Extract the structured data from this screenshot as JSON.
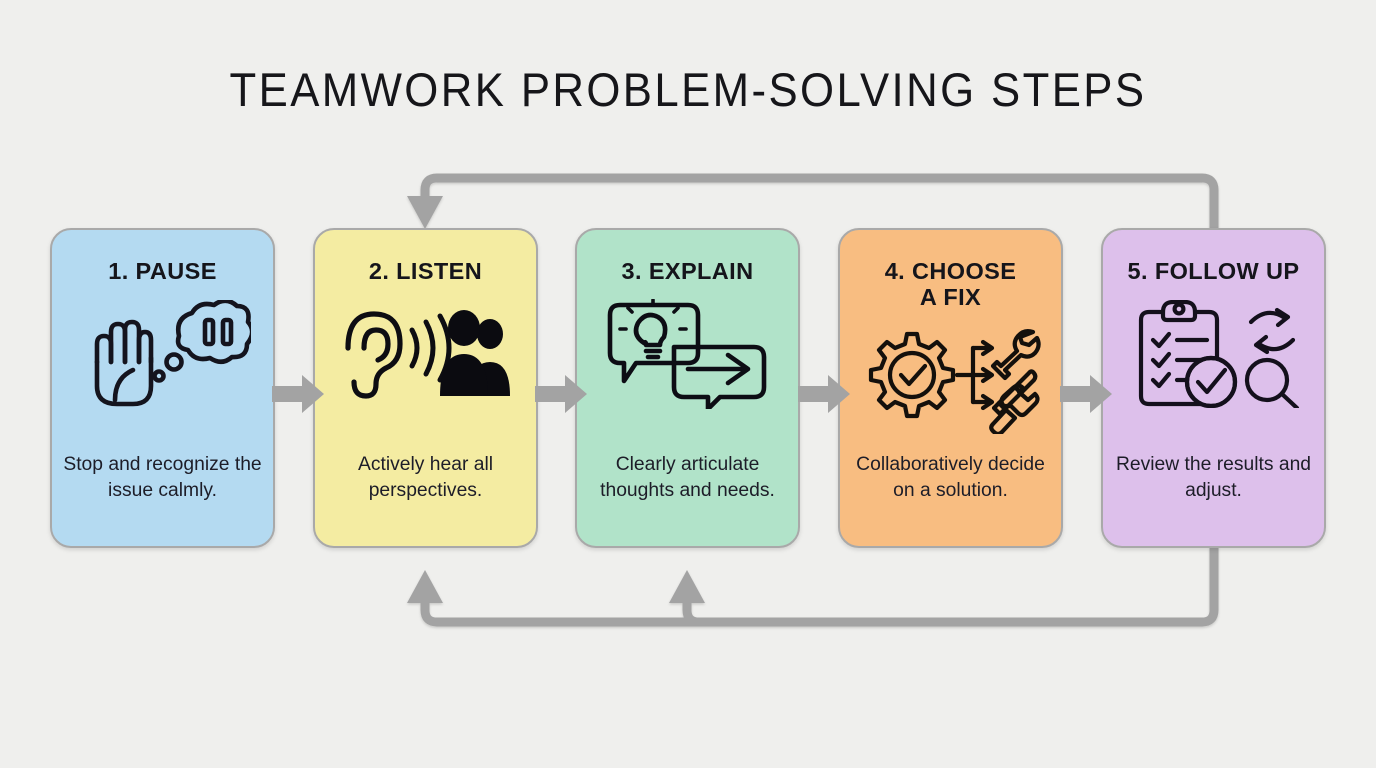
{
  "title": "TEAMWORK PROBLEM-SOLVING STEPS",
  "background_color": "#efefed",
  "arrow_color": "#a3a3a3",
  "card_border_color": "#a9a9a9",
  "steps": [
    {
      "id": "pause",
      "title": "1. PAUSE",
      "description": "Stop and recognize the issue calmly.",
      "color": "#b4daf1",
      "icons": [
        "stop-hand-icon",
        "thought-bubble-pause-icon"
      ]
    },
    {
      "id": "listen",
      "title": "2. LISTEN",
      "description": "Actively hear all perspectives.",
      "color": "#f4eca2",
      "icons": [
        "ear-soundwaves-icon",
        "two-people-icon"
      ]
    },
    {
      "id": "explain",
      "title": "3. EXPLAIN",
      "description": "Clearly articulate thoughts and needs.",
      "color": "#b1e3c9",
      "icons": [
        "speech-bubble-lightbulb-icon",
        "speech-bubble-arrow-icon"
      ]
    },
    {
      "id": "choose-a-fix",
      "title": "4. CHOOSE\nA FIX",
      "description": "Collaboratively decide on a solution.",
      "color": "#f8bd81",
      "icons": [
        "gear-check-icon",
        "branch-arrows-icon",
        "wrench-icon",
        "screwdriver-icon",
        "hammer-icon"
      ]
    },
    {
      "id": "follow-up",
      "title": "5. FOLLOW UP",
      "description": "Review the results and adjust.",
      "color": "#ddc0eb",
      "icons": [
        "clipboard-checklist-icon",
        "check-circle-icon",
        "refresh-cycle-icon",
        "magnifier-icon"
      ]
    }
  ],
  "connectors": {
    "step_arrows": [
      "arrow-1-to-2",
      "arrow-2-to-3",
      "arrow-3-to-4",
      "arrow-4-to-5"
    ],
    "feedback_loop_top": "loop-from-follow-up-to-listen",
    "feedback_loop_bottom": "loop-from-follow-up-to-listen-and-explain"
  }
}
